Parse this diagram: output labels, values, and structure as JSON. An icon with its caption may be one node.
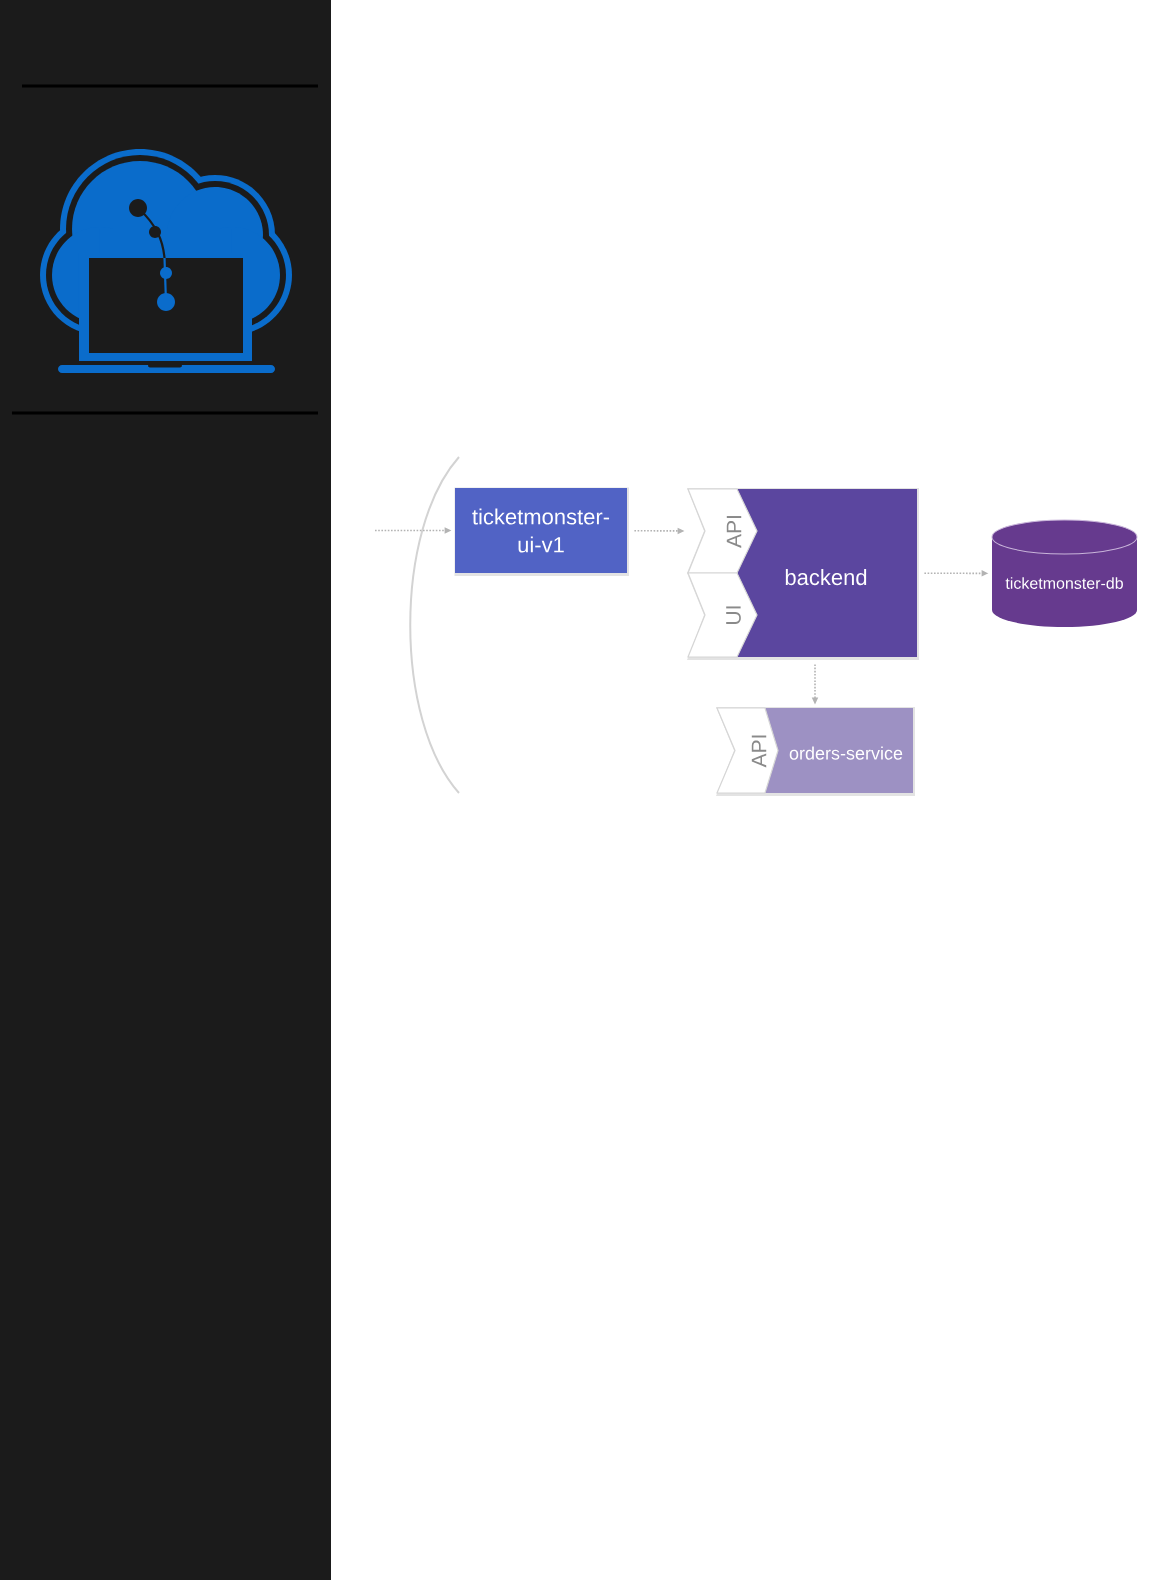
{
  "diagram": {
    "nodes": [
      {
        "text": [
          "ticketmonster- ui-v1"
        ]
      },
      {
        "text": [
          "backend"
        ]
      },
      {
        "text": [
          "API"
        ],
        "in": 1
      },
      {
        "text": [
          "UI"
        ],
        "in": 1
      },
      {
        "text": [
          "ticketmonster-db"
        ]
      },
      {
        "text": [
          "orders-service"
        ]
      },
      {
        "text": [
          "API"
        ],
        "in": 5
      }
    ],
    "edges": [
      {
        "from": null,
        "to": 0,
        "arrow": "to",
        "style": "dashed"
      },
      {
        "from": 0,
        "to": 2,
        "arrow": "to",
        "style": "dashed"
      },
      {
        "from": 1,
        "to": 4,
        "arrow": "to",
        "style": "dashed"
      },
      {
        "from": 1,
        "to": 5,
        "arrow": "to",
        "style": "dashed"
      }
    ]
  }
}
